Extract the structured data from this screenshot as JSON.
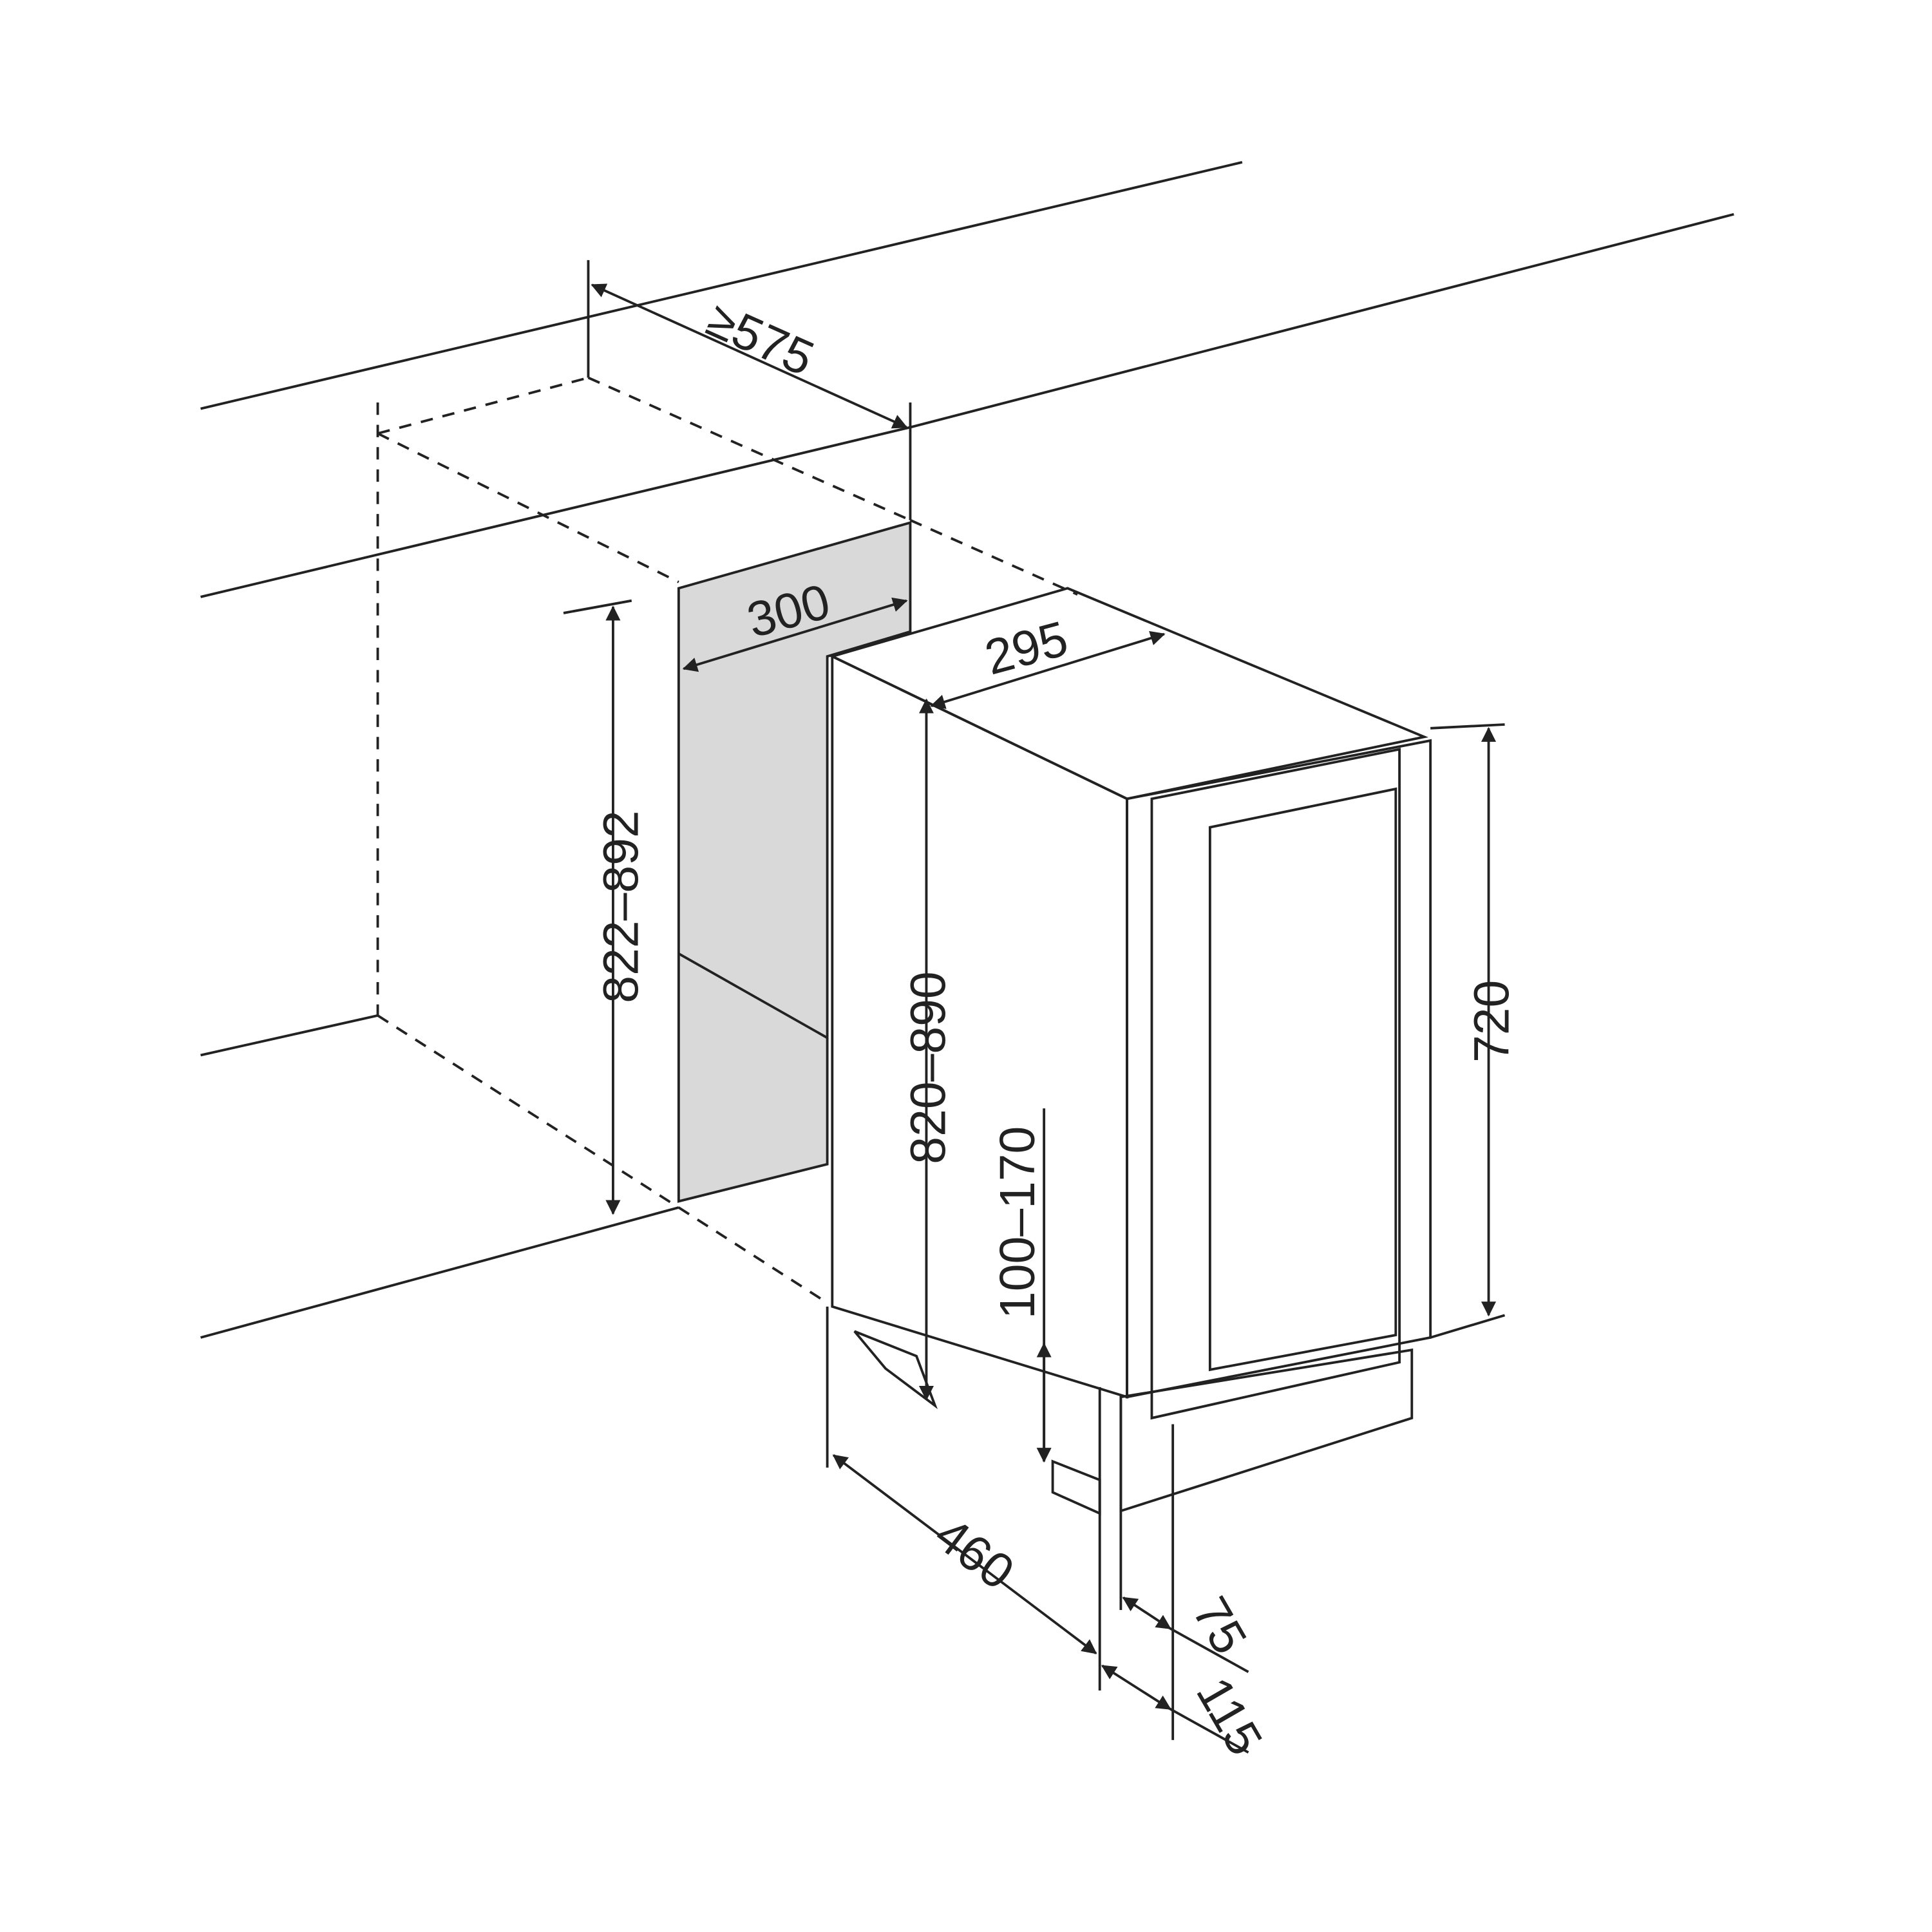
{
  "dimensions": {
    "niche_depth": "≥575",
    "panel_depth": "300",
    "unit_width": "295",
    "niche_height": "822–892",
    "unit_height": "820–890",
    "plinth_height": "100–170",
    "door_height": "720",
    "unit_depth": "460",
    "door_offset": "75",
    "plinth_offset": "115"
  },
  "colors": {
    "line": "#222222",
    "panel": "#d9d9d9"
  }
}
